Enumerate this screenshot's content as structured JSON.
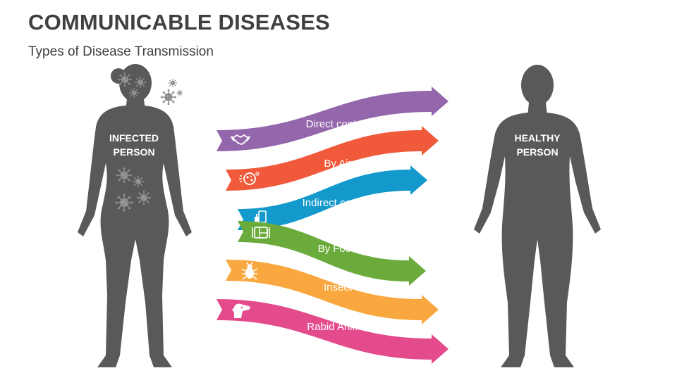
{
  "title": "COMMUNICABLE DISEASES",
  "subtitle": "Types of Disease Transmission",
  "infected": {
    "line1": "INFECTED",
    "line2": "PERSON"
  },
  "healthy": {
    "line1": "HEALTHY",
    "line2": "PERSON"
  },
  "colors": {
    "text": "#404040",
    "silhouette": "#595959",
    "virus": "#8c8c8c"
  },
  "arrows": [
    {
      "label": "Direct contact",
      "color": "#9466ab",
      "icon": "handshake-icon"
    },
    {
      "label": "By Air",
      "color": "#f05a3a",
      "icon": "air-droplet-icon"
    },
    {
      "label": "Indirect contact",
      "color": "#1499cc",
      "icon": "hand-touch-icon"
    },
    {
      "label": "By Food",
      "color": "#6aab3c",
      "icon": "food-tray-icon"
    },
    {
      "label": "Insect",
      "color": "#f9a83f",
      "icon": "bug-icon"
    },
    {
      "label": "Rabid Animal",
      "color": "#e34b8c",
      "icon": "dog-head-icon"
    }
  ]
}
